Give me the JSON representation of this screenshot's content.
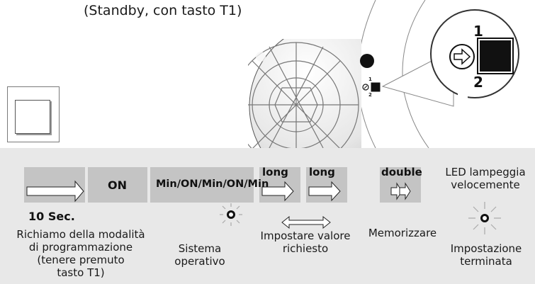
{
  "header": {
    "title": "(Standby, con tasto T1)"
  },
  "callout": {
    "label_top": "1",
    "label_bottom": "2"
  },
  "device": {
    "mini_label_top": "1",
    "mini_label_bottom": "2"
  },
  "steps": {
    "on": "ON",
    "sequence": "Min/ON/Min/ON/Min",
    "long_1": "long",
    "long_2": "long",
    "double": "double",
    "led_blink_line1": "LED lampeggia",
    "led_blink_line2": "velocemente",
    "duration": "10 Sec.",
    "recall_line1": "Richiamo della modalità",
    "recall_line2": "di programmazione",
    "recall_line3": "(tenere premuto",
    "recall_line4": "tasto T1)",
    "system_line1": "Sistema",
    "system_line2": "operativo",
    "set_value_line1": "Impostare valore",
    "set_value_line2": "richiesto",
    "store": "Memorizzare",
    "done_line1": "Impostazione",
    "done_line2": "terminata"
  },
  "colors": {
    "panel": "#e8e8e8",
    "box": "#c4c4c4",
    "dark": "#111111"
  }
}
